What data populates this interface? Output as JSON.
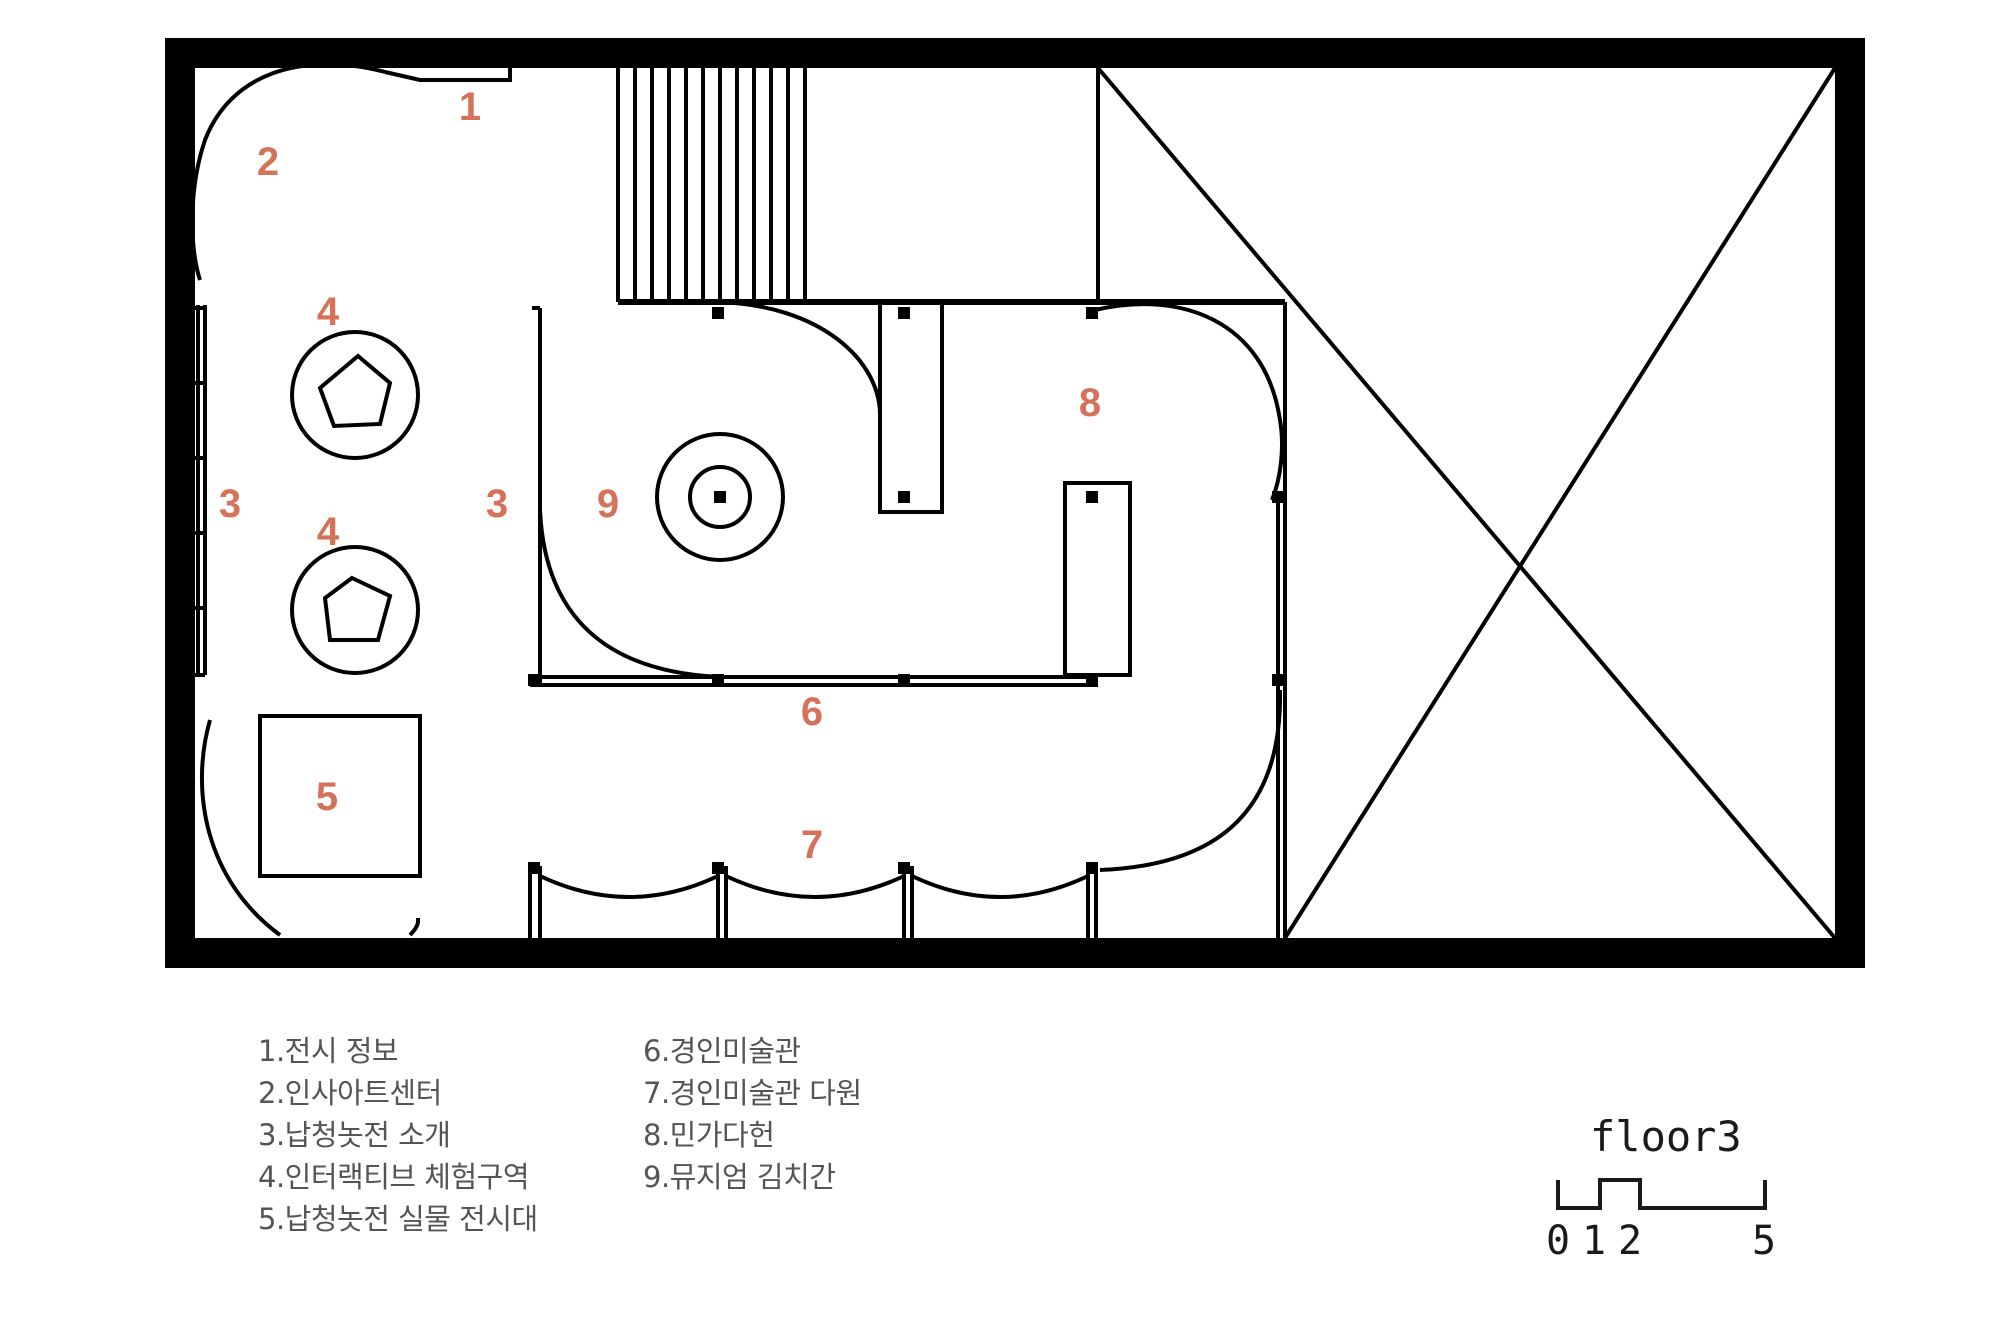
{
  "labels": {
    "l1": "1",
    "l2": "2",
    "l3a": "3",
    "l3b": "3",
    "l4a": "4",
    "l4b": "4",
    "l5": "5",
    "l6": "6",
    "l7": "7",
    "l8": "8",
    "l9": "9"
  },
  "legend_left": [
    "1.전시 정보",
    "2.인사아트센터",
    "3.납청놋전 소개",
    "4.인터랙티브 체험구역",
    "5.납청놋전 실물 전시대"
  ],
  "legend_right": [
    "6.경인미술관",
    "7.경인미술관 다원",
    "8.민가다헌",
    "9.뮤지엄 김치간"
  ],
  "scale": {
    "title": "floor3",
    "ticks": [
      "0",
      "1",
      "2",
      "5"
    ]
  },
  "colors": {
    "label": "#D4735A",
    "wall": "#000000",
    "legend_text": "#555555"
  }
}
